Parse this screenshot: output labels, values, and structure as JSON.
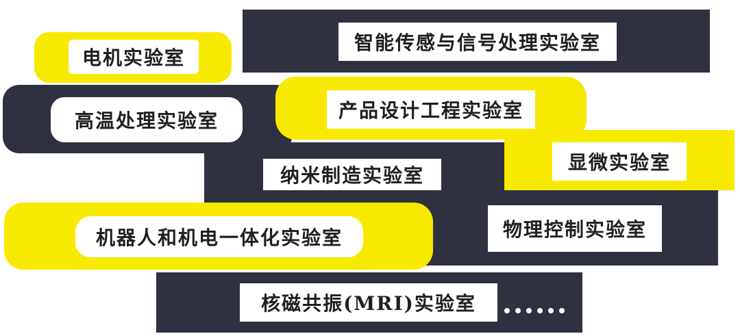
{
  "colors": {
    "dark": "#2f3140",
    "yellow": "#f7ea00",
    "label_bg": "#ffffff",
    "text": "#1f1f1f"
  },
  "labs": [
    {
      "id": "motor",
      "label": "电机实验室"
    },
    {
      "id": "smart-sensing",
      "label": "智能传感与信号处理实验室"
    },
    {
      "id": "high-temp",
      "label": "高温处理实验室"
    },
    {
      "id": "product-design",
      "label": "产品设计工程实验室"
    },
    {
      "id": "microscopy",
      "label": "显微实验室"
    },
    {
      "id": "nano",
      "label": "纳米制造实验室"
    },
    {
      "id": "robotics",
      "label": "机器人和机电一体化实验室"
    },
    {
      "id": "physical-control",
      "label": "物理控制实验室"
    },
    {
      "id": "nmr",
      "label": "核磁共振(MRI)实验室"
    }
  ],
  "more_indicator": {
    "icon": "ellipsis-dots",
    "count": 6
  }
}
